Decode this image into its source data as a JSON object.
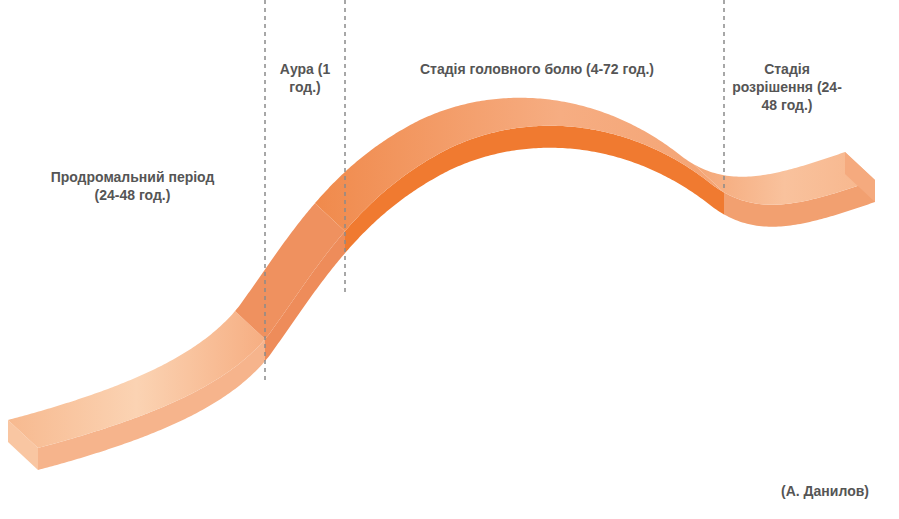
{
  "diagram": {
    "labels": [
      "Продромальний період (24-48 год.)",
      "Аура (1 год.)",
      "Стадія головного болю (4-72 год.)",
      "Стадія розрішення (24-48 год.)",
      "(А. Данилов)"
    ]
  }
}
